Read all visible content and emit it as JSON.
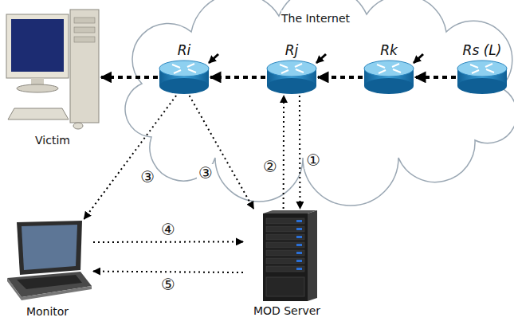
{
  "diagram": {
    "nodes": [
      {
        "text": [
          "The Internet"
        ]
      },
      {
        "text": [
          "Victim"
        ]
      },
      {
        "text": [
          "Ri"
        ],
        "in": 0
      },
      {
        "text": [
          "Rj"
        ],
        "in": 0
      },
      {
        "text": [
          "Rk"
        ],
        "in": 0
      },
      {
        "text": [
          "Rs (L)"
        ],
        "in": 0
      },
      {
        "text": [
          "Monitor"
        ]
      },
      {
        "text": [
          "MOD Server"
        ]
      }
    ],
    "edges": [
      {
        "from": 2,
        "to": 1,
        "arrow": "to"
      },
      {
        "from": 3,
        "to": 2,
        "arrow": "to"
      },
      {
        "from": 4,
        "to": 3,
        "arrow": "to"
      },
      {
        "from": 5,
        "to": 4,
        "arrow": "to"
      },
      {
        "from": 3,
        "to": 7,
        "label": "①",
        "arrow": "to"
      },
      {
        "from": 7,
        "to": 3,
        "label": "②",
        "arrow": "to"
      },
      {
        "from": 2,
        "to": 6,
        "label": "③",
        "arrow": "to"
      },
      {
        "from": 2,
        "to": 7,
        "label": "③",
        "arrow": "to"
      },
      {
        "from": 6,
        "to": 7,
        "label": "④",
        "arrow": "to"
      },
      {
        "from": 7,
        "to": 6,
        "label": "⑤",
        "arrow": "to"
      }
    ]
  }
}
